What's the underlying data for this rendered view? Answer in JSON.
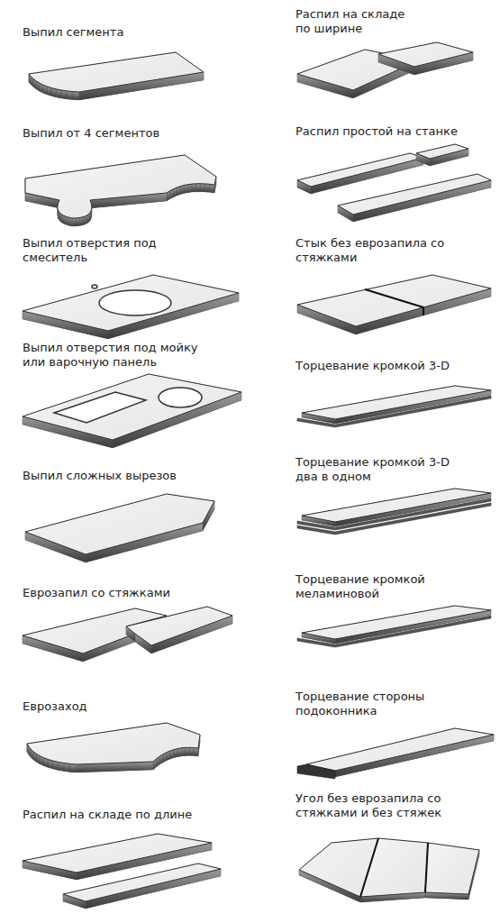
{
  "diagram": {
    "labels": [
      "Выпил сегмента",
      "Распил на складе по ширине",
      "Выпил от 4 сегментов",
      "Распил простой на станке",
      "Выпил отверстия под смеситель",
      "Стык без еврозапила со стяжками",
      "Выпил отверстия под мойку или варочную панель",
      "Торцевание кромкой 3-D",
      "Выпил сложных вырезов",
      "Торцевание кромкой 3-D два в одном",
      "Еврозапил со стяжками",
      "Торцевание кромкой меламиновой",
      "Еврозаход",
      "Торцевание стороны подоконника",
      "Распил на складе по длине",
      "Угол без еврозапила со стяжками и без стяжек"
    ]
  }
}
